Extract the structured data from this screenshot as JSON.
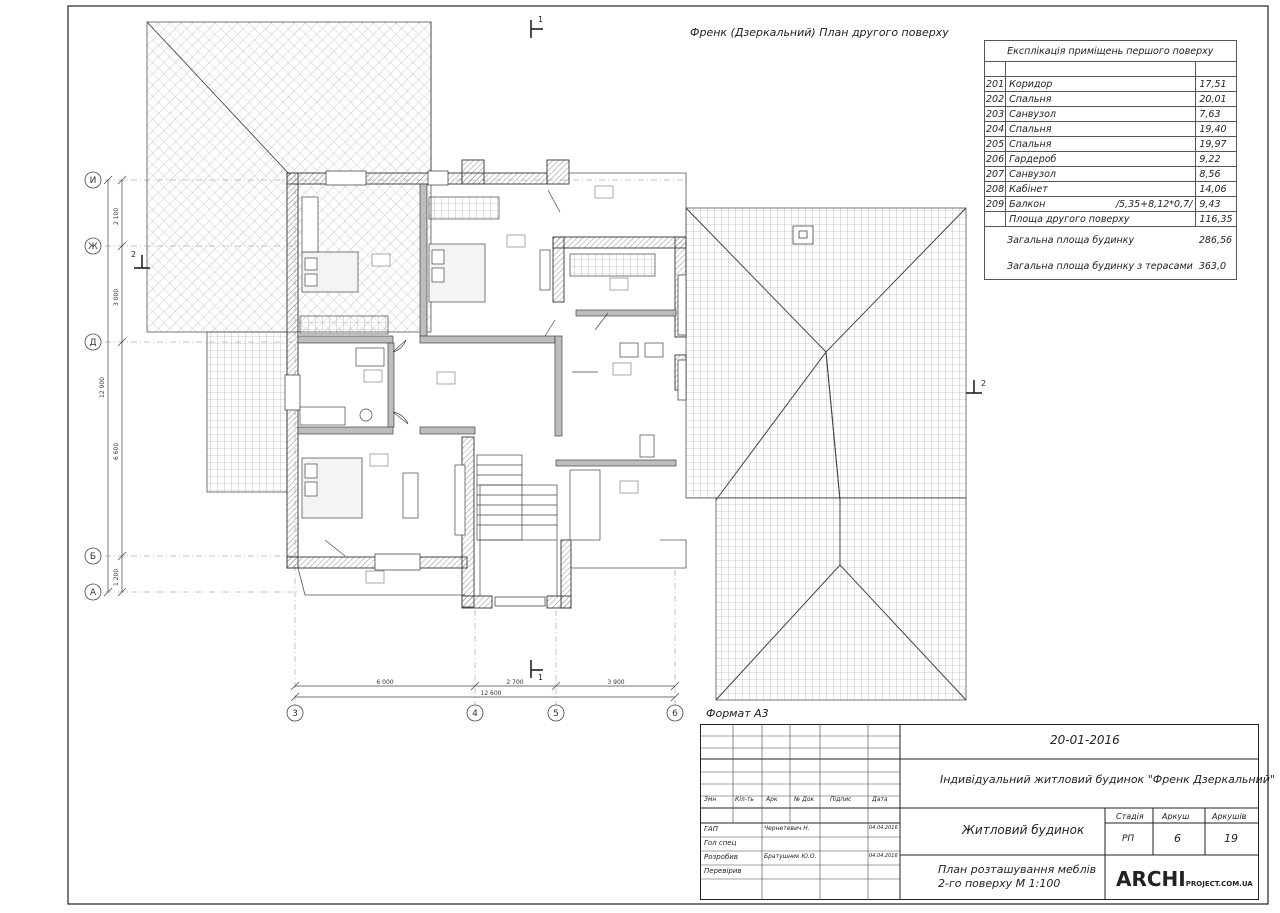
{
  "title": "Френк (Дзеркальний) План другого поверху",
  "explication": {
    "header": "Експлікація приміщень першого поверху",
    "rooms": [
      {
        "num": "201",
        "name": "Коридор",
        "area": "17,51"
      },
      {
        "num": "202",
        "name": "Спальня",
        "area": "20,01"
      },
      {
        "num": "203",
        "name": "Санвузол",
        "area": "7,63"
      },
      {
        "num": "204",
        "name": "Спальня",
        "area": "19,40"
      },
      {
        "num": "205",
        "name": "Спальня",
        "area": "19,97"
      },
      {
        "num": "206",
        "name": "Гардероб",
        "area": "9,22"
      },
      {
        "num": "207",
        "name": "Санвузол",
        "area": "8,56"
      },
      {
        "num": "208",
        "name": "Кабінет",
        "area": "14,06"
      },
      {
        "num": "209",
        "name": "Балкон",
        "formula": "/5,35+8,12*0,7/",
        "area": "9,43"
      }
    ],
    "floor_total": {
      "label": "Площа другого поверху",
      "value": "116,35"
    },
    "house_total": {
      "label": "Загальна площа будинку",
      "value": "286,56"
    },
    "terrace_total": {
      "label": "Загальна площа будинку з терасами",
      "value": "363,0"
    }
  },
  "axes": {
    "rows": [
      "И",
      "Ж",
      "Д",
      "Б",
      "А"
    ],
    "cols": [
      "3",
      "4",
      "5",
      "6"
    ]
  },
  "dimensions": {
    "left": [
      "2 100",
      "3 000",
      "12 900",
      "6 600",
      "1 200"
    ],
    "bottom": [
      "6 000",
      "2 700",
      "3 900",
      "12 600"
    ]
  },
  "section_marks": {
    "vertical": "1",
    "side_left": "2",
    "side_right": "2"
  },
  "format_label": "Формат А3",
  "title_block": {
    "date": "20-01-2016",
    "project": "Індивідуальний житловий будинок \"Френк Дзеркальний\"",
    "building": "Житловий будинок",
    "sheet_title_line1": "План розташування меблів",
    "sheet_title_line2": "2-го поверху М 1:100",
    "stage_header": "Стадія",
    "sheet_header": "Аркуш",
    "sheets_header": "Аркушів",
    "stage": "РП",
    "sheet": "6",
    "sheets": "19",
    "columns": [
      "Змн",
      "Кіл-ть",
      "Арк",
      "№ Док",
      "Підпис",
      "Дата"
    ],
    "staff": [
      {
        "role": "ГАП",
        "name": "Чернетевич Н.",
        "date": "04.04.2016"
      },
      {
        "role": "Гол спец",
        "name": "",
        "date": ""
      },
      {
        "role": "Розробив",
        "name": "Братушник Ю.О.",
        "date": "04.04.2016"
      },
      {
        "role": "Перевірив",
        "name": "",
        "date": ""
      }
    ],
    "logo_main": "ARCHI",
    "logo_suffix": "PROJECT.COM.UA"
  },
  "colors": {
    "line": "#333333",
    "wall": "#9a9a9a",
    "roof": "#888888",
    "paper": "#ffffff"
  }
}
